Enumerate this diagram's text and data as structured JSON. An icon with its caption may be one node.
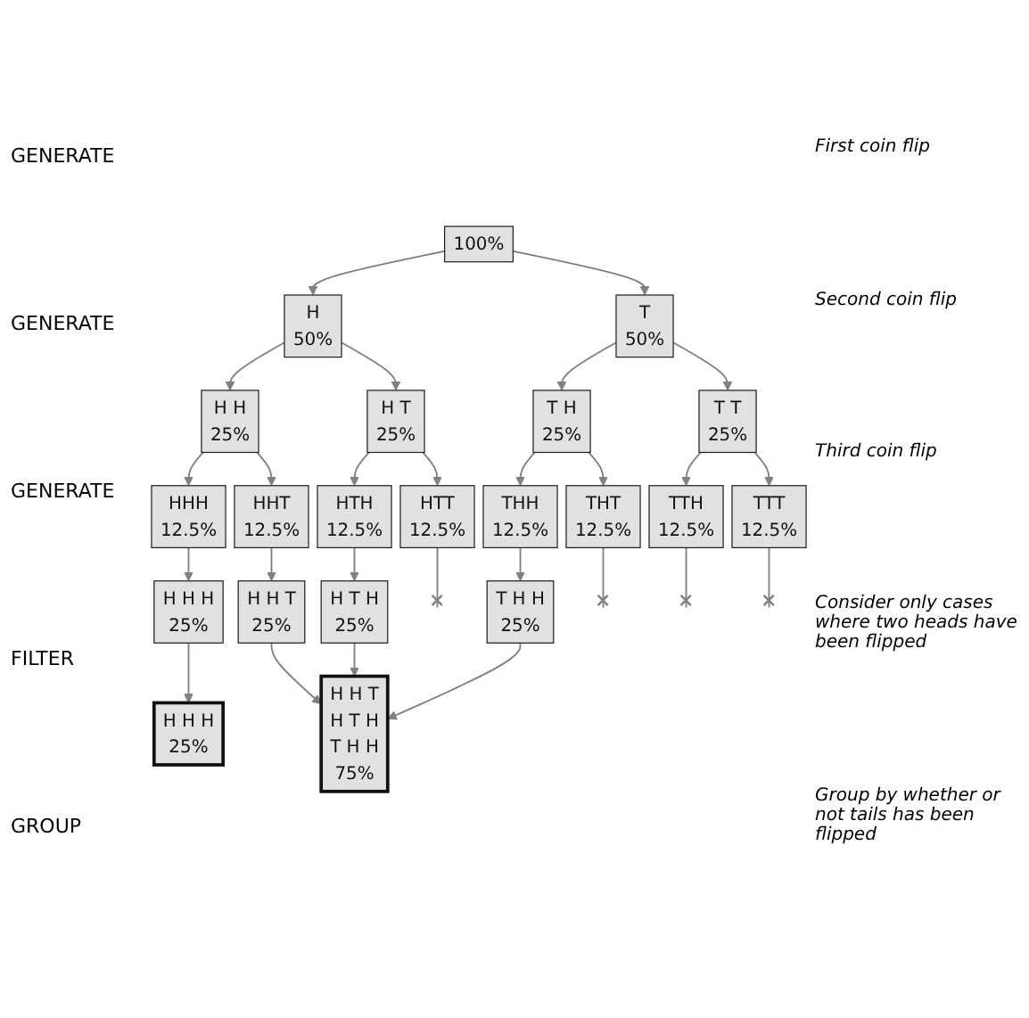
{
  "diagram": {
    "nodes": [
      {
        "text": [
          "100%"
        ]
      },
      {
        "text": [
          "H",
          "50%"
        ]
      },
      {
        "text": [
          "T",
          "50%"
        ]
      },
      {
        "text": [
          "H H",
          "25%"
        ]
      },
      {
        "text": [
          "H T",
          "25%"
        ]
      },
      {
        "text": [
          "T H",
          "25%"
        ]
      },
      {
        "text": [
          "T T",
          "25%"
        ]
      },
      {
        "text": [
          "HHH",
          "12.5%"
        ]
      },
      {
        "text": [
          "HHT",
          "12.5%"
        ]
      },
      {
        "text": [
          "HTH",
          "12.5%"
        ]
      },
      {
        "text": [
          "HTT",
          "12.5%"
        ]
      },
      {
        "text": [
          "THH",
          "12.5%"
        ]
      },
      {
        "text": [
          "THT",
          "12.5%"
        ]
      },
      {
        "text": [
          "TTH",
          "12.5%"
        ]
      },
      {
        "text": [
          "TTT",
          "12.5%"
        ]
      },
      {
        "text": [
          "H H H",
          "25%"
        ]
      },
      {
        "text": [
          "H H T",
          "25%"
        ]
      },
      {
        "text": [
          "H T H",
          "25%"
        ]
      },
      {
        "text": [
          "T H H",
          "25%"
        ]
      },
      {
        "text": [
          "H H H",
          "25%"
        ]
      },
      {
        "text": [
          "H H T",
          "H T H",
          "T H H",
          "75%"
        ]
      }
    ],
    "edges": [
      {
        "from": 0,
        "to": 1,
        "arrow": "to"
      },
      {
        "from": 0,
        "to": 2,
        "arrow": "to"
      },
      {
        "from": 1,
        "to": 3,
        "arrow": "to"
      },
      {
        "from": 1,
        "to": 4,
        "arrow": "to"
      },
      {
        "from": 2,
        "to": 5,
        "arrow": "to"
      },
      {
        "from": 2,
        "to": 6,
        "arrow": "to"
      },
      {
        "from": 3,
        "to": 7,
        "arrow": "to"
      },
      {
        "from": 3,
        "to": 8,
        "arrow": "to"
      },
      {
        "from": 4,
        "to": 9,
        "arrow": "to"
      },
      {
        "from": 4,
        "to": 10,
        "arrow": "to"
      },
      {
        "from": 5,
        "to": 11,
        "arrow": "to"
      },
      {
        "from": 5,
        "to": 12,
        "arrow": "to"
      },
      {
        "from": 6,
        "to": 13,
        "arrow": "to"
      },
      {
        "from": 6,
        "to": 14,
        "arrow": "to"
      },
      {
        "from": 7,
        "to": 15,
        "arrow": "to"
      },
      {
        "from": 8,
        "to": 16,
        "arrow": "to"
      },
      {
        "from": 9,
        "to": 17,
        "arrow": "to"
      },
      {
        "from": 10,
        "to": null,
        "arrow": "other"
      },
      {
        "from": 11,
        "to": 18,
        "arrow": "to"
      },
      {
        "from": 12,
        "to": null,
        "arrow": "other"
      },
      {
        "from": 13,
        "to": null,
        "arrow": "other"
      },
      {
        "from": 14,
        "to": null,
        "arrow": "other"
      },
      {
        "from": 15,
        "to": 19,
        "arrow": "to"
      },
      {
        "from": 16,
        "to": 20,
        "arrow": "to"
      },
      {
        "from": 17,
        "to": 20,
        "arrow": "to"
      },
      {
        "from": 18,
        "to": 20,
        "arrow": "to"
      }
    ],
    "labels": [
      "GENERATE",
      "First coin flip",
      "GENERATE",
      "Second coin flip",
      "GENERATE",
      "Third coin flip",
      "FILTER",
      "Consider only cases where two heads have been flipped",
      "GROUP",
      "Group by whether or not tails has been flipped"
    ]
  }
}
